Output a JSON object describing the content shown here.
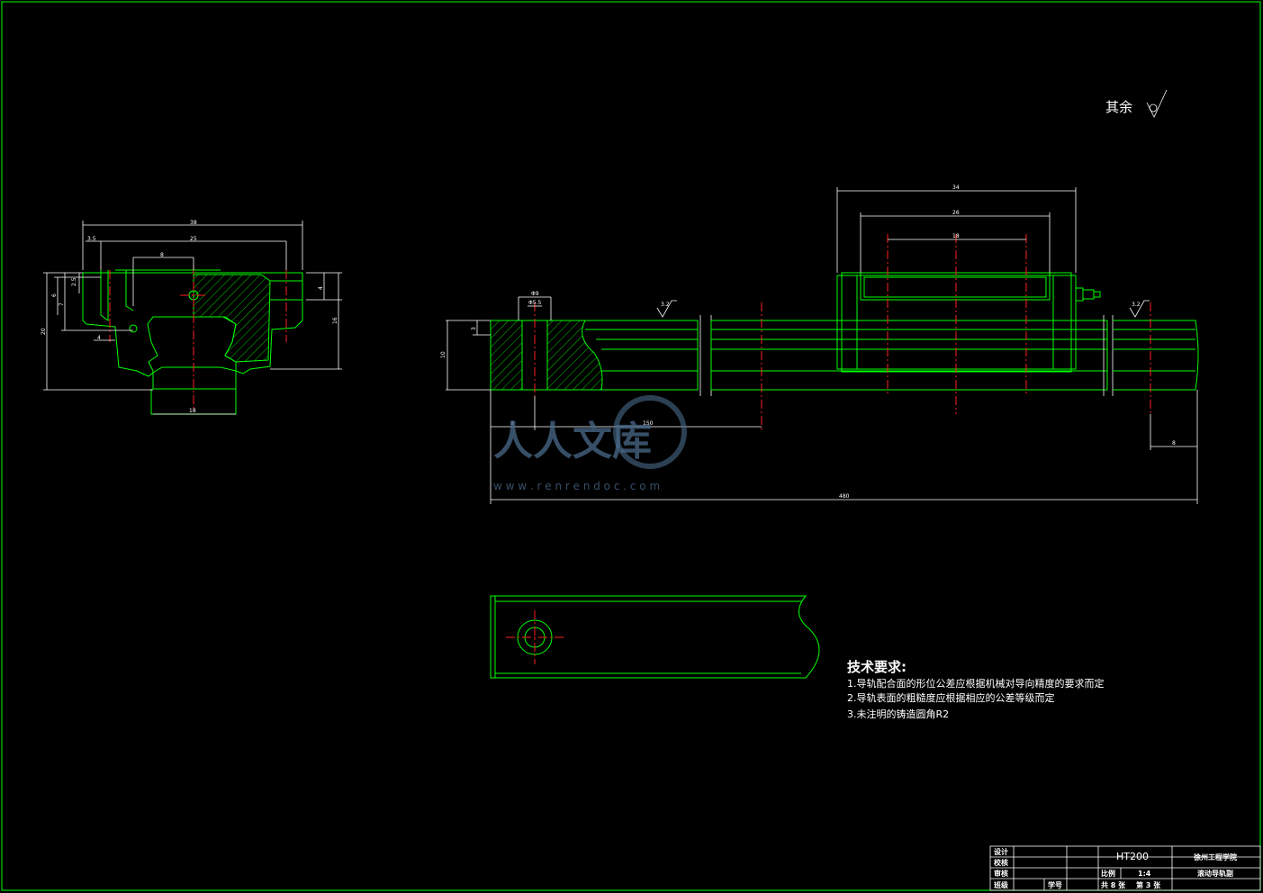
{
  "surface_note": {
    "label": "其余",
    "symbol": "check-surface-finish-icon"
  },
  "front_view_dims": [
    "38",
    "3.5",
    "25",
    "8",
    "2.5",
    "6",
    "7",
    "4",
    "20",
    "16",
    "4",
    "18"
  ],
  "side_view_dims": {
    "top": [
      "34",
      "26",
      "18"
    ],
    "hole": [
      "Φ9",
      "Φ5.5"
    ],
    "left": [
      "10",
      "3"
    ],
    "bottom": [
      "8",
      "150",
      "480",
      "8"
    ],
    "roughness": [
      "3.2",
      "3.2"
    ]
  },
  "tech_requirements": {
    "title": "技术要求:",
    "items": [
      "1.导轨配合面的形位公差应根据机械对导向精度的要求而定",
      "2.导轨表面的粗糙度应根据相应的公差等级而定",
      "3.未注明的铸造圆角R2"
    ]
  },
  "title_block": {
    "rows": [
      "设计",
      "校核",
      "审核",
      "班级"
    ],
    "student_no_label": "学号",
    "material": "HT200",
    "ratio_label": "比例",
    "ratio_value": "1:4",
    "sheet_total": "共 8 张",
    "sheet_no": "第 3 张",
    "school": "徐州工程学院",
    "drawing_name": "滚动导轨副"
  },
  "watermark": {
    "text": "人人文库",
    "url": "w w w . r e n r e n d o c . c o m"
  }
}
